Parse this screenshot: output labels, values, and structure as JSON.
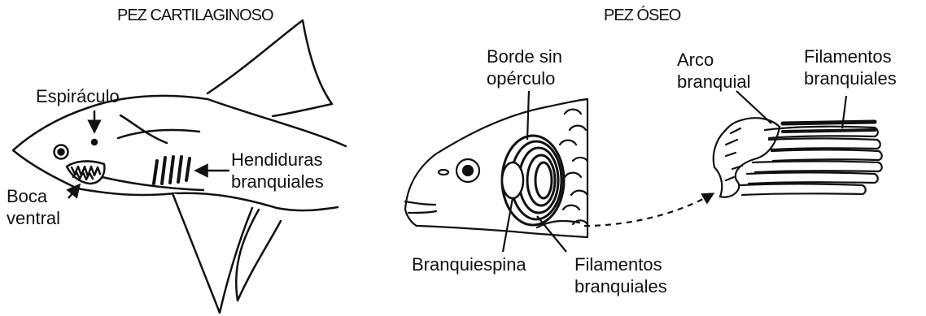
{
  "cartilaginous": {
    "title": "PEZ CARTILAGINOSO",
    "labels": {
      "espiraculo": "Espiráculo",
      "hendiduras_1": "Hendiduras",
      "hendiduras_2": "branquiales",
      "boca_1": "Boca",
      "boca_2": "ventral"
    }
  },
  "bony": {
    "title": "PEZ ÓSEO",
    "labels": {
      "borde_1": "Borde sin",
      "borde_2": "opérculo",
      "arco_1": "Arco",
      "arco_2": "branquial",
      "filamentos_top_1": "Filamentos",
      "filamentos_top_2": "branquiales",
      "branquiespina": "Branquiespina",
      "filamentos_bottom_1": "Filamentos",
      "filamentos_bottom_2": "branquiales"
    }
  },
  "colors": {
    "ink": "#111111",
    "background": "#ffffff"
  }
}
